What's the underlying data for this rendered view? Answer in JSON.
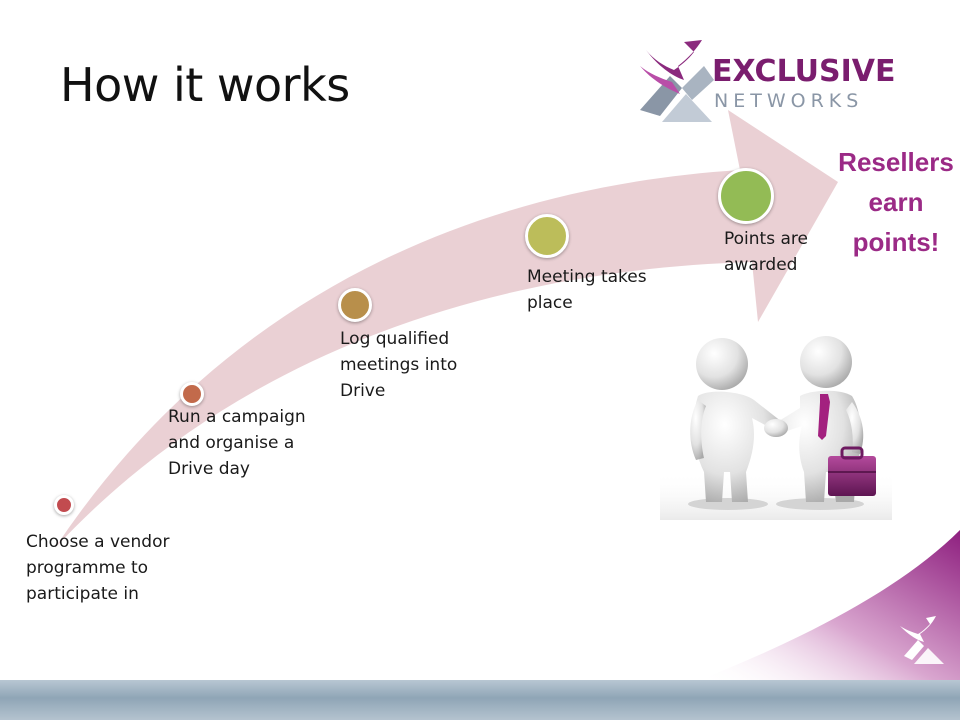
{
  "title": "How it works",
  "logo": {
    "line1": "EXCLUSIVE",
    "line2": "NETWORKS"
  },
  "callout": "Resellers earn points!",
  "steps": [
    {
      "label": "Choose a vendor programme to participate in",
      "color": "#c24b4f"
    },
    {
      "label": "Run a campaign and organise a Drive day",
      "color": "#c26a4b"
    },
    {
      "label": "Log qualified meetings into Drive",
      "color": "#b88f4b"
    },
    {
      "label": "Meeting takes place",
      "color": "#bcbd5a"
    },
    {
      "label": "Points are awarded",
      "color": "#93bb55"
    }
  ],
  "colors": {
    "arrow": "#e6c8cc",
    "brand_purple": "#9b2a86",
    "logo_gray": "#8a96a6"
  },
  "icons": {
    "logo_mark": "x-arrow-logo-icon",
    "figures": "handshake-figures-icon",
    "corner_mark": "x-arrow-corner-icon"
  }
}
